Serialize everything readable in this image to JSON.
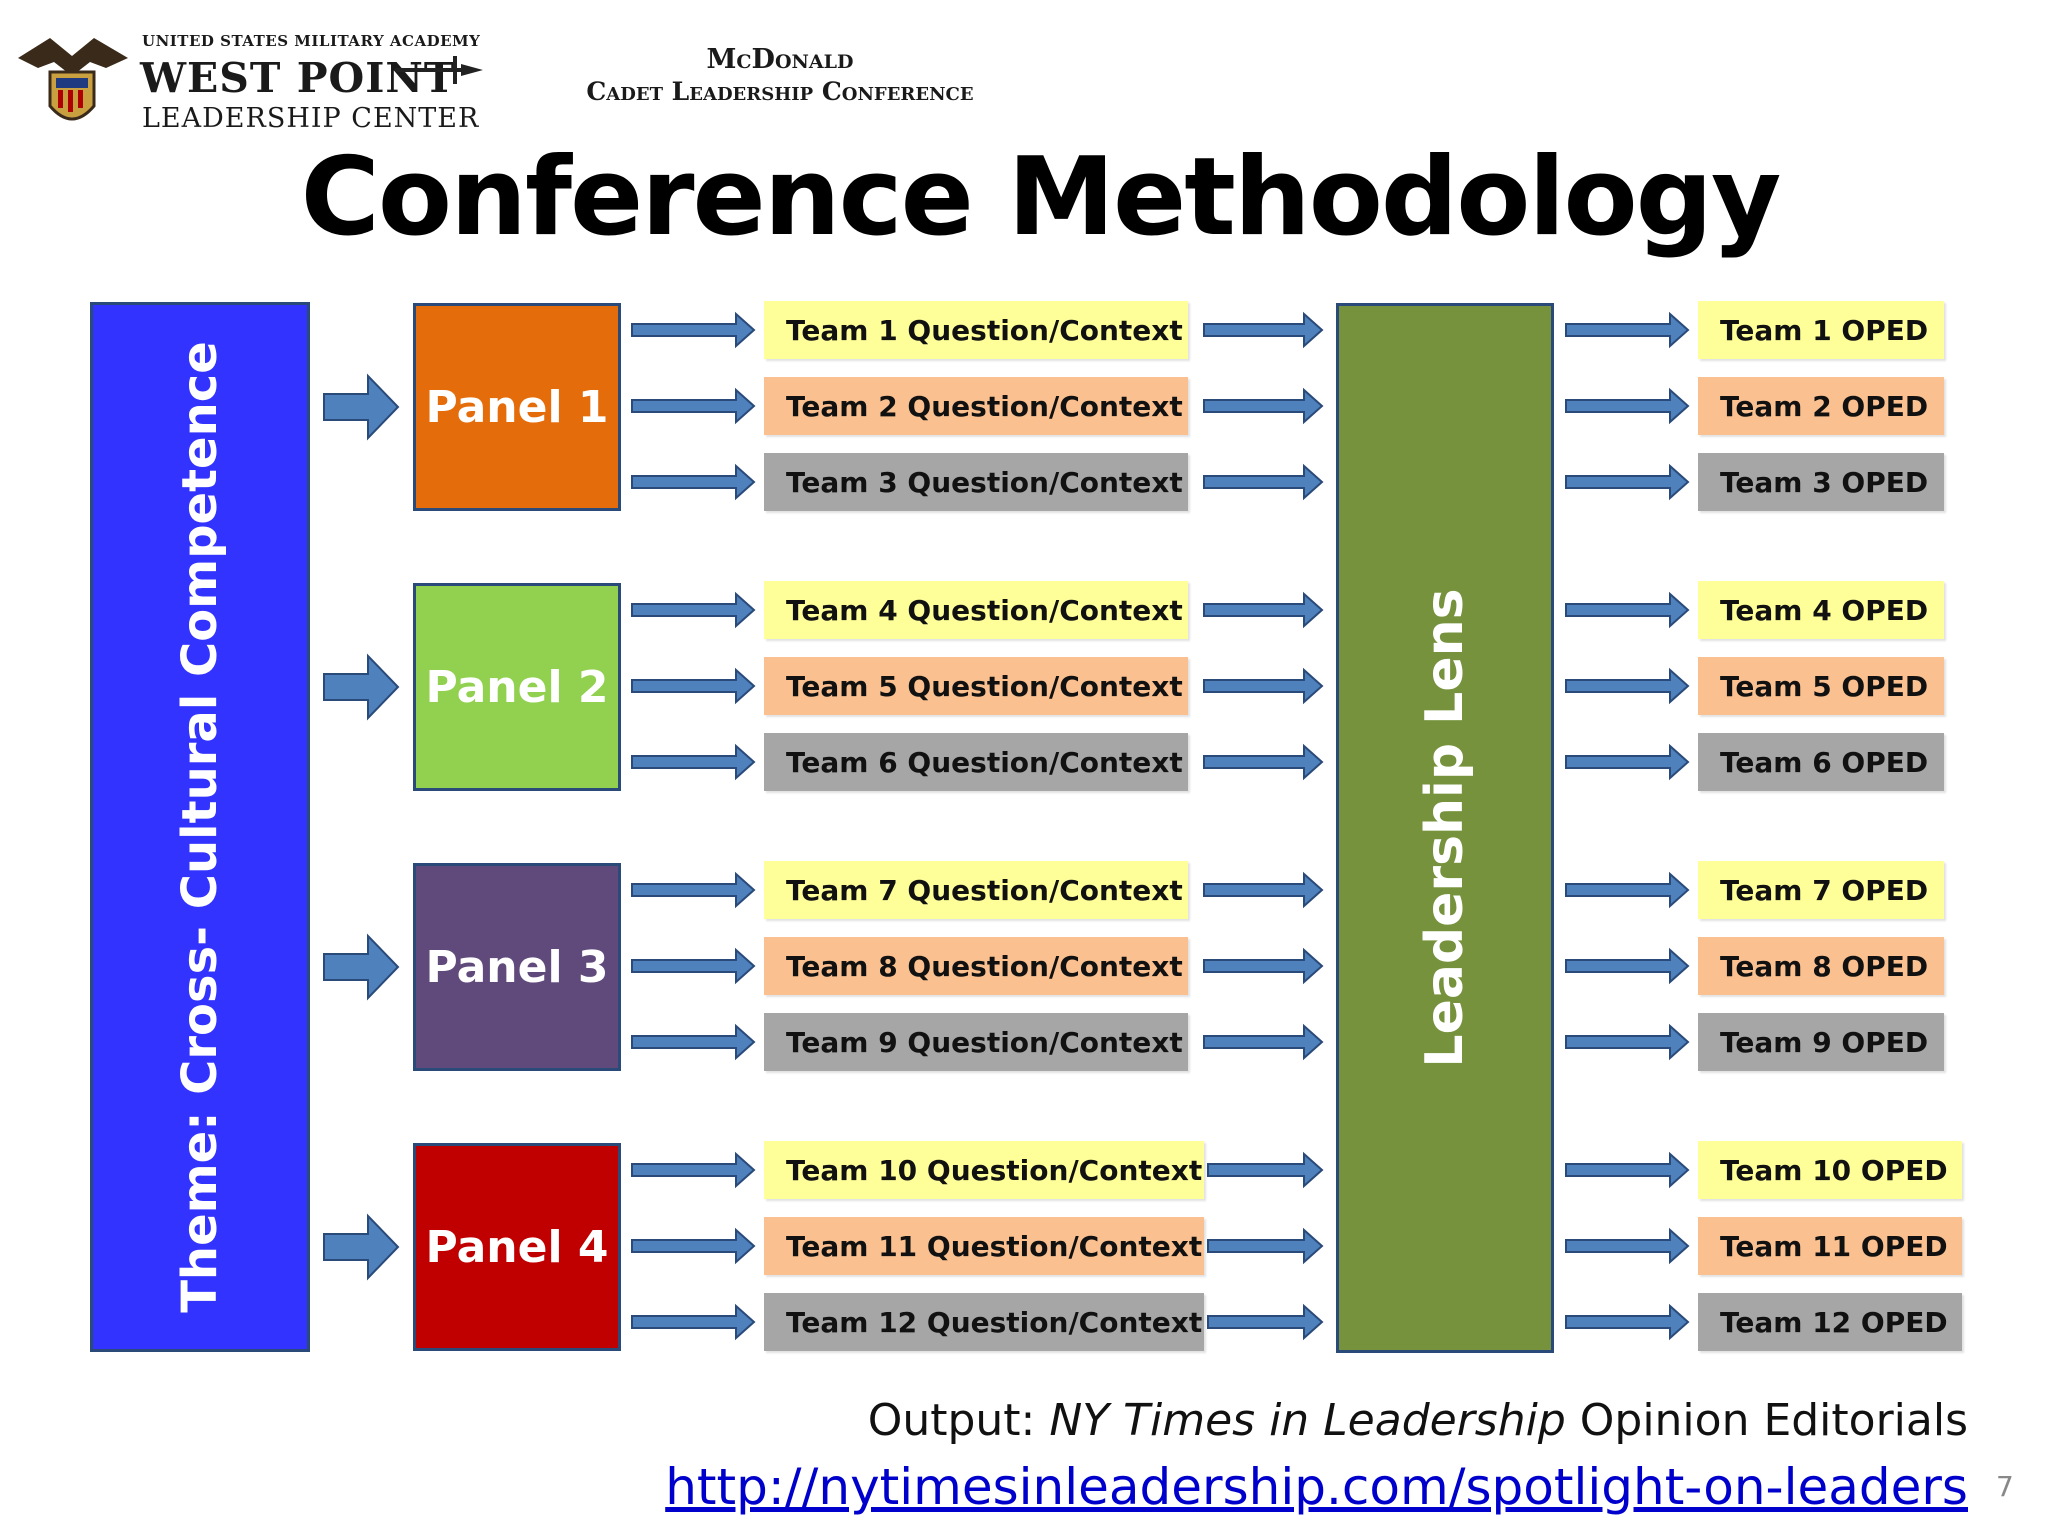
{
  "header": {
    "logo": {
      "line1": "UNITED STATES MILITARY ACADEMY",
      "line2": "WEST POINT",
      "line3": "LEADERSHIP CENTER"
    },
    "conference": {
      "line1": "McDonald",
      "line2": "Cadet Leadership Conference"
    }
  },
  "title": "Conference  Methodology",
  "theme": "Theme:  Cross- Cultural Competence",
  "panels": [
    {
      "label": "Panel 1",
      "color": "#e46c0a"
    },
    {
      "label": "Panel 2",
      "color": "#92d050"
    },
    {
      "label": "Panel 3",
      "color": "#604a7b"
    },
    {
      "label": "Panel 4",
      "color": "#c00000"
    }
  ],
  "team_colors": [
    "#ffff99",
    "#fac090",
    "#a6a6a6"
  ],
  "questions": [
    "Team 1 Question/Context",
    "Team 2 Question/Context",
    "Team 3 Question/Context",
    "Team 4 Question/Context",
    "Team 5 Question/Context",
    "Team 6 Question/Context",
    "Team 7 Question/Context",
    "Team 8 Question/Context",
    "Team 9 Question/Context",
    "Team 10 Question/Context",
    "Team 11 Question/Context",
    "Team 12 Question/Context"
  ],
  "lens": "Leadership Lens",
  "opeds": [
    "Team 1 OPED",
    "Team 2 OPED",
    "Team 3 OPED",
    "Team 4 OPED",
    "Team 5 OPED",
    "Team 6 OPED",
    "Team 7 OPED",
    "Team 8 OPED",
    "Team 9 OPED",
    "Team 10 OPED",
    "Team 11 OPED",
    "Team 12 OPED"
  ],
  "footer": {
    "output_prefix": "Output: ",
    "output_italic": "NY Times in Leadership",
    "output_suffix": " Opinion Editorials",
    "url": "http://nytimesinleadership.com/spotlight-on-leaders",
    "page_number": "7"
  },
  "colors": {
    "arrow_fill": "#4f81bd",
    "arrow_stroke": "#2a4a7a"
  }
}
